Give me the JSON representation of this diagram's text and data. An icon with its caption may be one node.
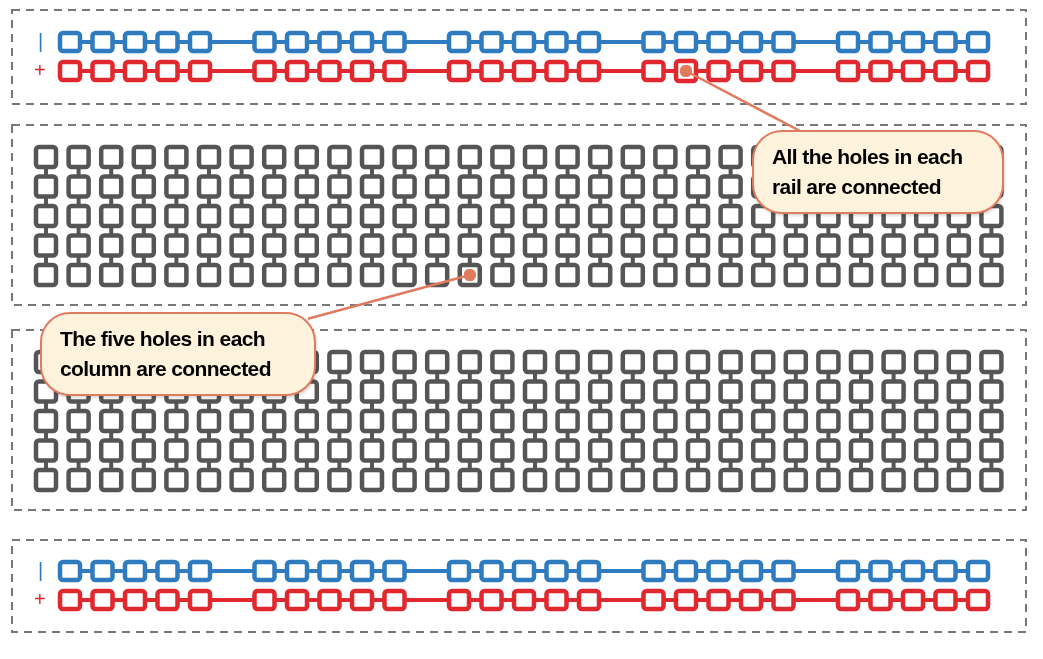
{
  "diagram": {
    "nodes": [
      {
        "text": [
          "All the holes in each rail are connected"
        ]
      },
      {
        "text": [
          "The five holes in each column are connected"
        ]
      },
      {
        "text": [],
        "shape": "box"
      },
      {
        "text": [],
        "shape": "box"
      }
    ],
    "edges": [
      {
        "from": 0,
        "to": 2,
        "arrow": "other"
      },
      {
        "from": 1,
        "to": 3,
        "arrow": "other"
      }
    ],
    "labels": [
      "|",
      "+",
      "|",
      "+"
    ]
  }
}
